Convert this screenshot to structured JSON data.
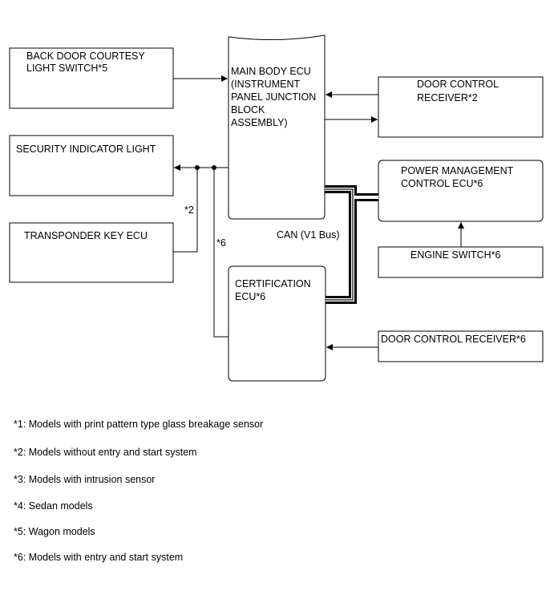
{
  "boxes": {
    "back_door": [
      "BACK DOOR COURTESY",
      "LIGHT SWITCH*5"
    ],
    "main_body_ecu": [
      "MAIN BODY ECU",
      "(INSTRUMENT",
      "PANEL JUNCTION",
      "BLOCK",
      "ASSEMBLY)"
    ],
    "door_control_receiver_2": [
      "DOOR CONTROL",
      "RECEIVER*2"
    ],
    "security_indicator": [
      "SECURITY INDICATOR LIGHT"
    ],
    "power_management": [
      "POWER MANAGEMENT",
      "CONTROL ECU*6"
    ],
    "transponder": [
      "TRANSPONDER KEY ECU"
    ],
    "engine_switch": [
      "ENGINE SWITCH*6"
    ],
    "certification": [
      "CERTIFICATION",
      "ECU*6"
    ],
    "door_control_receiver_6": [
      "DOOR CONTROL RECEIVER*6"
    ]
  },
  "labels": {
    "star2": "*2",
    "star6": "*6",
    "can_bus": "CAN (V1 Bus)"
  },
  "notes": [
    "*1: Models with print pattern type glass breakage sensor",
    "*2: Models without entry and start system",
    "*3: Models with intrusion sensor",
    "*4: Sedan models",
    "*5: Wagon models",
    "*6: Models with entry and start system"
  ]
}
